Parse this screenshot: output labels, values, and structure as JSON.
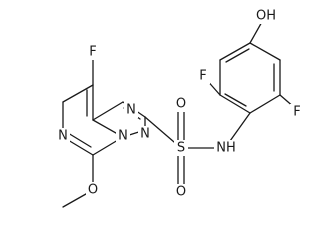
{
  "atoms": {
    "f_top": "F",
    "n_triazole_top": "N",
    "n_pyrimidine": "N",
    "n_bridgehead": "N",
    "n_triazole_bottom": "N",
    "o_methoxy": "O",
    "s_sulfonyl": "S",
    "o_sulfonyl_top": "O",
    "o_sulfonyl_bottom": "O",
    "nh_amide": "NH",
    "f_left": "F",
    "f_right": "F",
    "oh_phenol": "OH"
  },
  "colors": {
    "bond": "#1a1a1a",
    "label": "#1a1a1a",
    "background": "#ffffff"
  }
}
